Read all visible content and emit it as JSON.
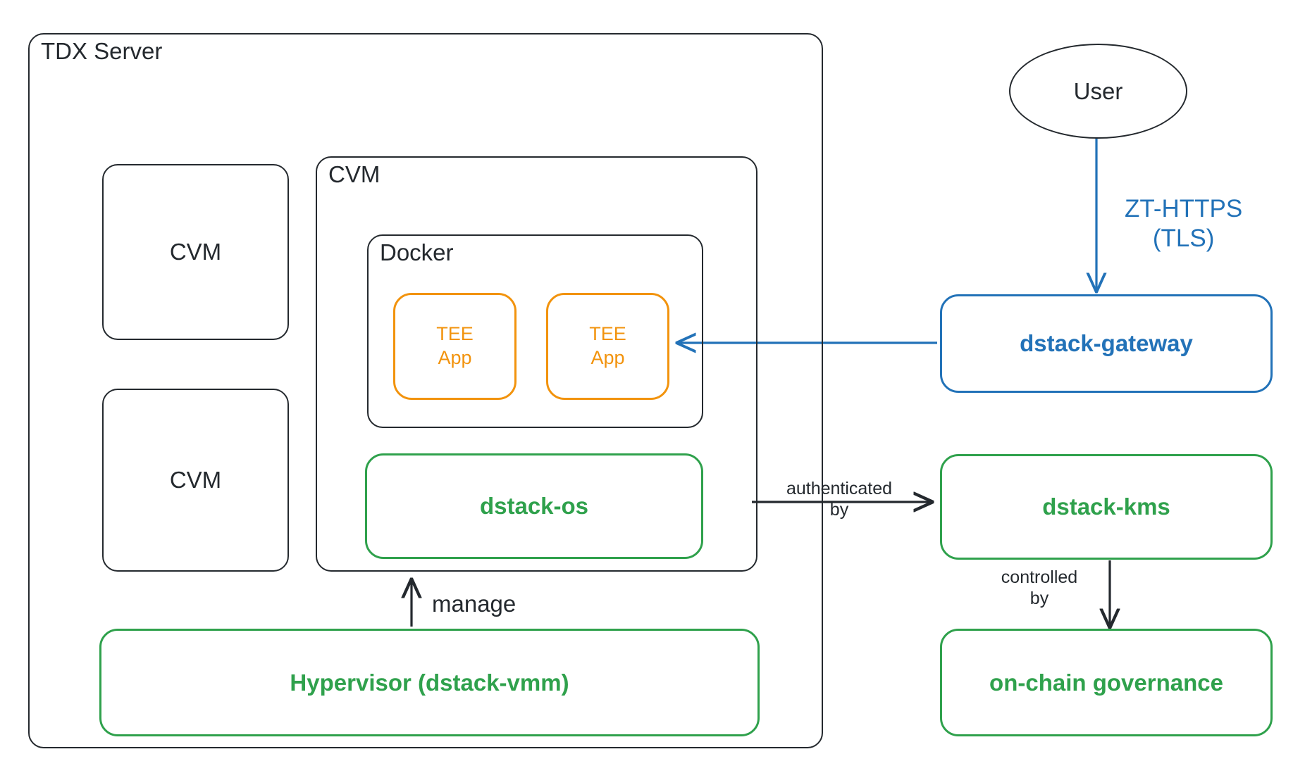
{
  "diagram": {
    "title_text": "TDX Server",
    "palette": {
      "black": "#24292e",
      "green": "#2FA14C",
      "orange": "#F2930D",
      "blue": "#2272B8",
      "background": "#ffffff"
    },
    "containers": {
      "tdx_server": "TDX Server",
      "cvm_main": "CVM",
      "docker": "Docker"
    },
    "nodes": {
      "cvm_top": "CVM",
      "cvm_bottom": "CVM",
      "tee_app_1": "TEE\nApp",
      "tee_app_2": "TEE\nApp",
      "dstack_os": "dstack-os",
      "hypervisor": "Hypervisor (dstack-vmm)",
      "user": "User",
      "dstack_gateway": "dstack-gateway",
      "dstack_kms": "dstack-kms",
      "on_chain_governance": "on-chain governance"
    },
    "edges": {
      "user_to_gateway": "ZT-HTTPS\n(TLS)",
      "gateway_to_tee_app": "",
      "os_to_kms": "authenticated\nby",
      "kms_to_governance": "controlled\nby",
      "hypervisor_to_cvm": "manage"
    }
  }
}
